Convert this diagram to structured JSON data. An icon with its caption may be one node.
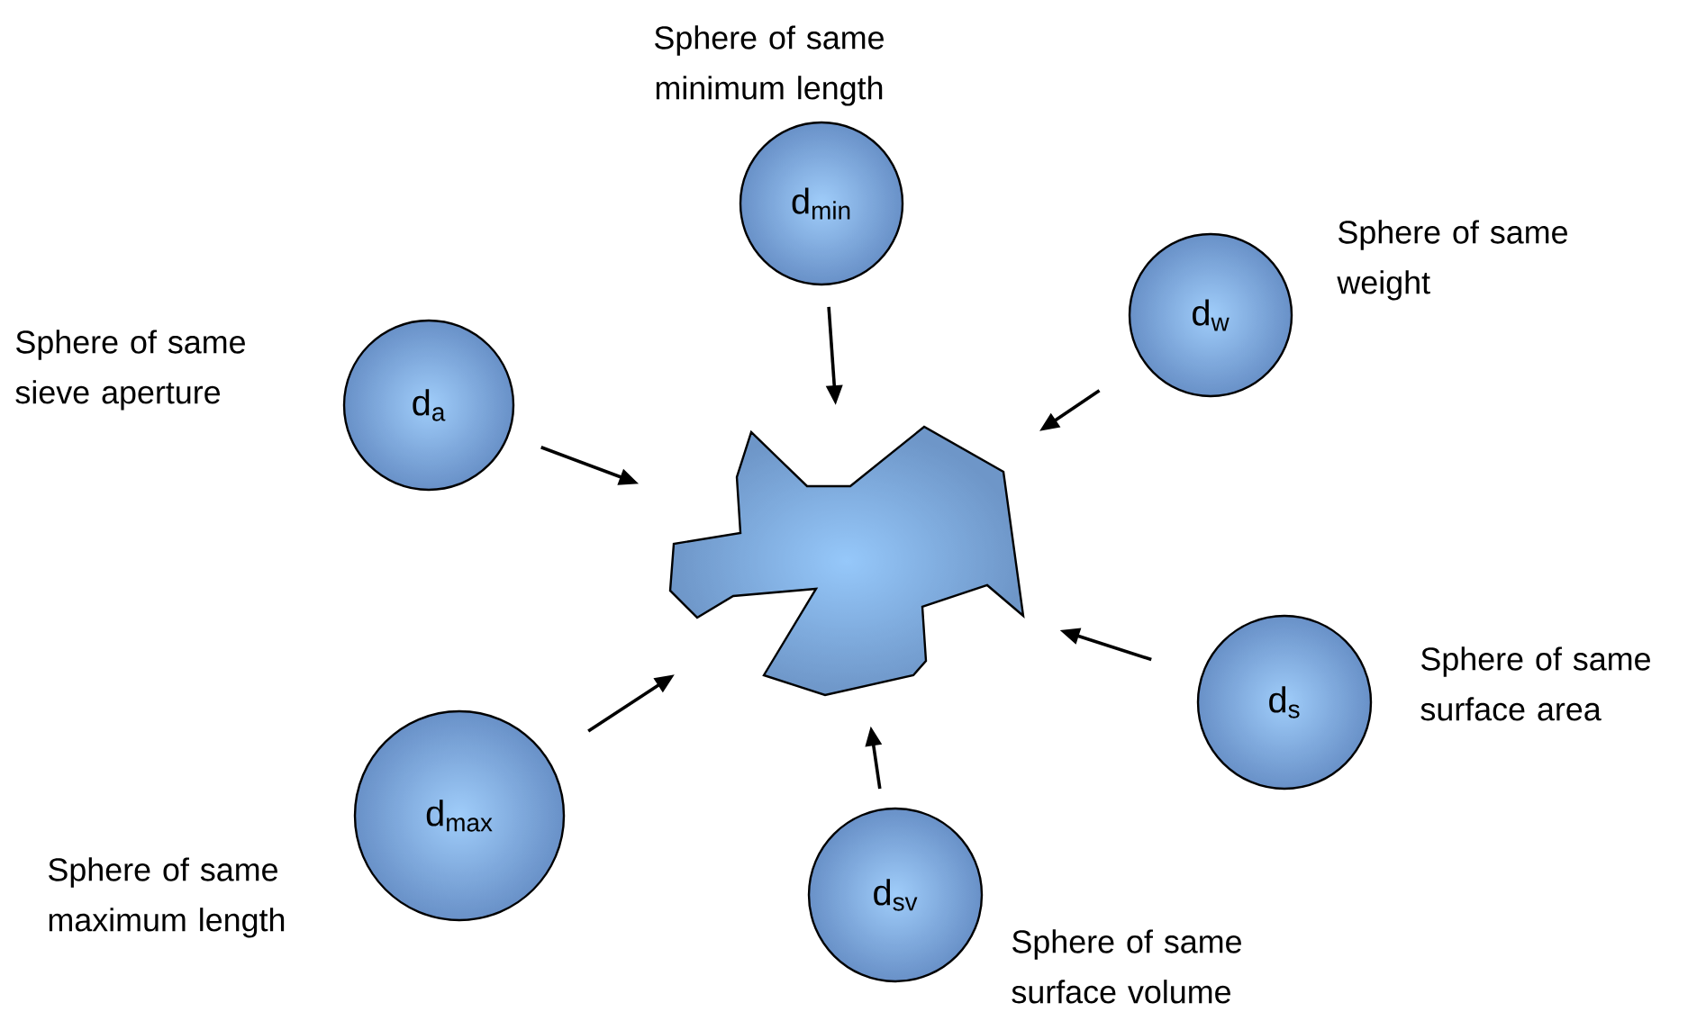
{
  "diagram": {
    "nodes": [
      {
        "text": [],
        "shape": "polygon"
      },
      {
        "text": [
          "d$_{min}$"
        ],
        "beside": [
          "Sphere of same minimum length"
        ]
      },
      {
        "text": [
          "d$_{w}$"
        ],
        "beside": [
          "Sphere of same weight"
        ]
      },
      {
        "text": [
          "d$_{a}$"
        ],
        "beside": [
          "Sphere of same sieve aperture"
        ]
      },
      {
        "text": [
          "d$_{s}$"
        ],
        "beside": [
          "Sphere of same surface area"
        ]
      },
      {
        "text": [
          "d$_{max}$"
        ],
        "beside": [
          "Sphere of same maximum length"
        ]
      },
      {
        "text": [
          "d$_{sv}$"
        ],
        "beside": [
          "Sphere of same surface volume"
        ]
      }
    ],
    "edges": [
      {
        "from": 1,
        "to": 0,
        "arrow": "to"
      },
      {
        "from": 2,
        "to": 0,
        "arrow": "to"
      },
      {
        "from": 3,
        "to": 0,
        "arrow": "to"
      },
      {
        "from": 4,
        "to": 0,
        "arrow": "to"
      },
      {
        "from": 5,
        "to": 0,
        "arrow": "to"
      },
      {
        "from": 6,
        "to": 0,
        "arrow": "to"
      }
    ]
  }
}
